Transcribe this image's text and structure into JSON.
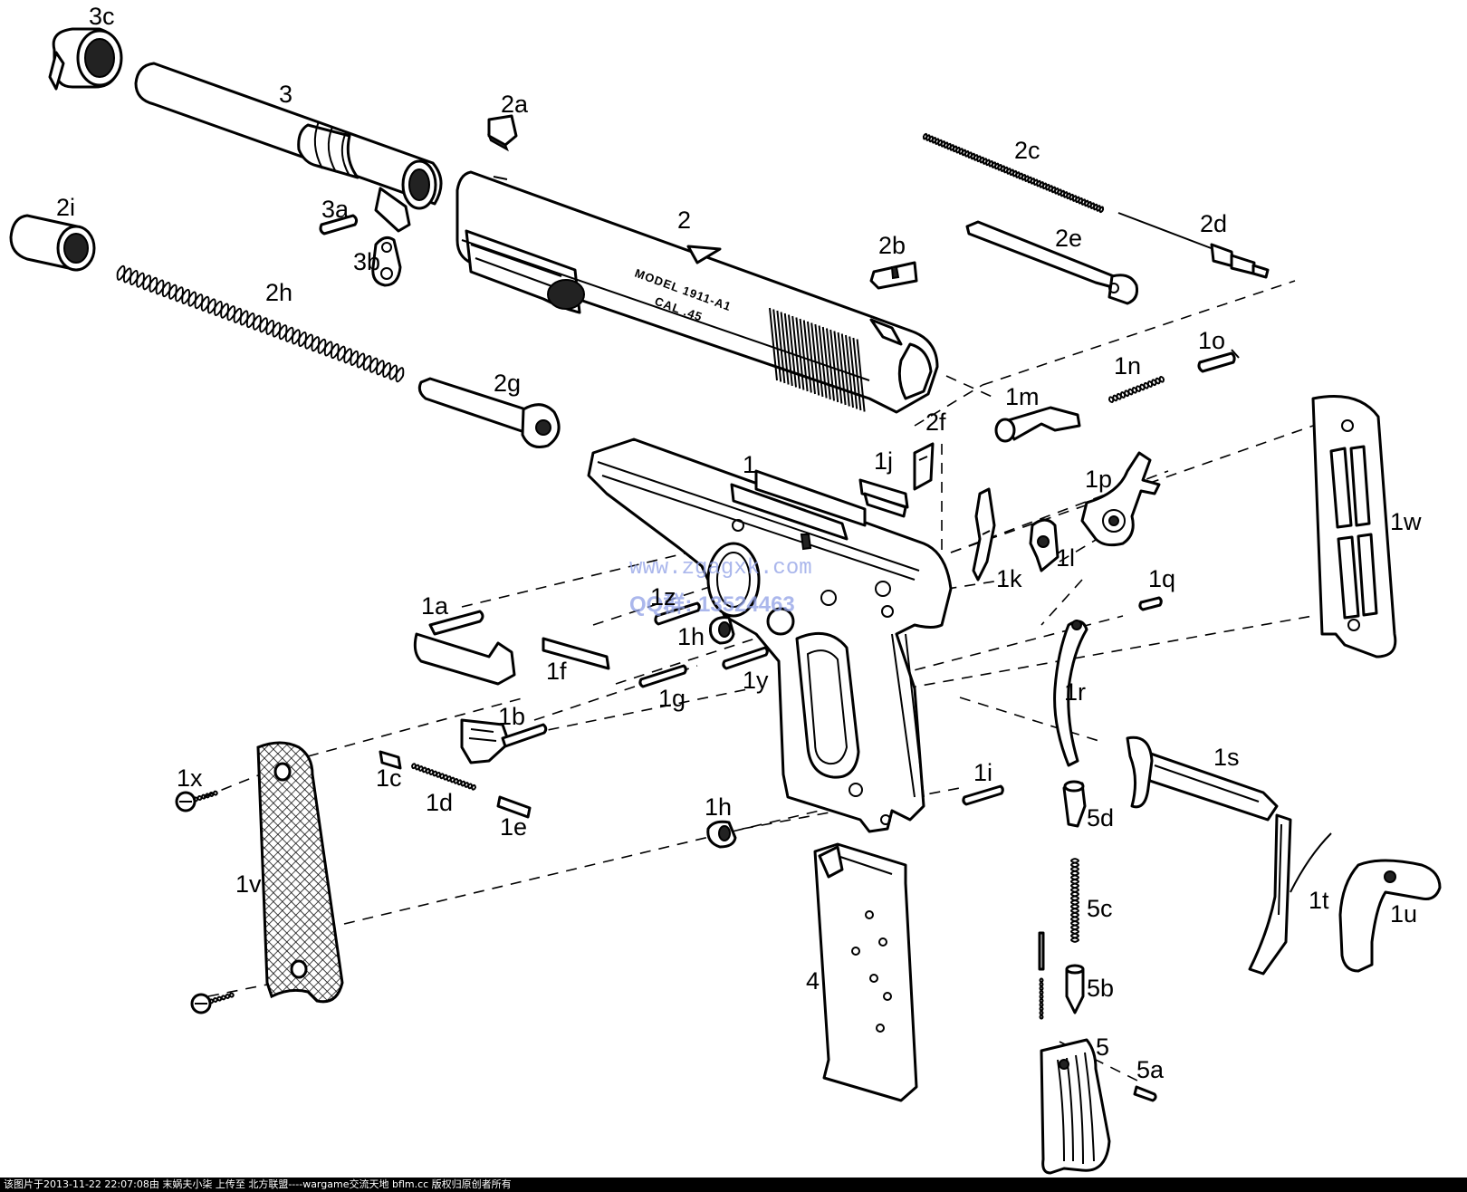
{
  "labels": {
    "l3c": "3c",
    "l3": "3",
    "l3a": "3a",
    "l3b": "3b",
    "l2i": "2i",
    "l2h": "2h",
    "l2g": "2g",
    "l2a": "2a",
    "l2": "2",
    "l2b": "2b",
    "l2c": "2c",
    "l2d": "2d",
    "l2e": "2e",
    "l2f": "2f",
    "l1": "1",
    "l1j": "1j",
    "l1m": "1m",
    "l1n": "1n",
    "l1o": "1o",
    "l1k": "1k",
    "l1l": "1l",
    "l1p": "1p",
    "l1w": "1w",
    "l1q": "1q",
    "l1r": "1r",
    "l1a": "1a",
    "l1z": "1z",
    "l1h_top": "1h",
    "l1f": "1f",
    "l1y": "1y",
    "l1g": "1g",
    "l1b": "1b",
    "l1x": "1x",
    "l1c": "1c",
    "l1d": "1d",
    "l1e": "1e",
    "l1i": "1i",
    "l1h_bottom": "1h",
    "l1v": "1v",
    "l4": "4",
    "l5d": "5d",
    "l1s": "1s",
    "l5c": "5c",
    "l1t": "1t",
    "l1u": "1u",
    "l5b": "5b",
    "l5": "5",
    "l5a": "5a"
  },
  "engraving": {
    "line1": "MODEL 1911-A1",
    "line2": "CAL .45"
  },
  "watermark": {
    "site": "www.zgagxk.com",
    "qq": "QQ群: 13524463"
  },
  "footer": "该图片于2013-11-22 22:07:08由 末娲夫小柒 上传至 北方联盟----wargame交流天地 bflm.cc 版权归原创者所有"
}
